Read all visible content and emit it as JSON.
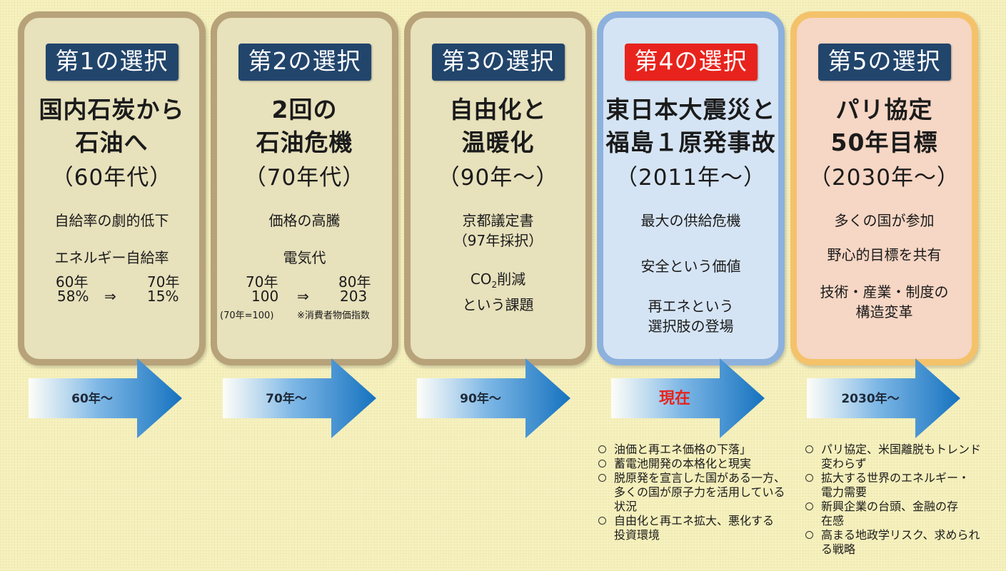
{
  "colors": {
    "background": "#f6f1bf",
    "badge_navy": "#22456c",
    "badge_red": "#e8231d",
    "past_border": "#b7a27a",
    "now_border": "#8db1dd",
    "future_border": "#f4c26a",
    "arrow_blue": "#1f7cc0"
  },
  "stages": [
    {
      "badge": "第1の選択",
      "title1": "国内石炭から",
      "title2": "石油へ",
      "era": "（60年代）",
      "desc1": "自給率の劇的低下",
      "desc2": "エネルギー自給率",
      "stat_from_label": "60年",
      "stat_to_label": "70年",
      "stat_from_value": "58%",
      "stat_arrow": "⇒",
      "stat_to_value": "15%",
      "timeline_label": "60年～"
    },
    {
      "badge": "第2の選択",
      "title1": "2回の",
      "title2": "石油危機",
      "era": "（70年代）",
      "desc1": "価格の高騰",
      "desc2": "電気代",
      "stat_from_label": "70年",
      "stat_to_label": "80年",
      "stat_from_value": "100",
      "stat_arrow": "⇒",
      "stat_to_value": "203",
      "note_base": "(70年=100)",
      "note_index": "※消費者物価指数",
      "timeline_label": "70年～"
    },
    {
      "badge": "第3の選択",
      "title1": "自由化と",
      "title2": "温暖化",
      "era": "（90年～）",
      "desc1": "京都議定書",
      "desc1b": "（97年採択）",
      "desc2_pre": "CO",
      "desc2_sub": "2",
      "desc2_post": "削減",
      "desc2b": "という課題",
      "timeline_label": "90年～"
    },
    {
      "badge": "第4の選択",
      "title1": "東日本大震災と",
      "title2": "福島１原発事故",
      "era": "（2011年～）",
      "desc1": "最大の供給危機",
      "desc2": "安全という価値",
      "desc3": "再エネという",
      "desc3b": "選択肢の登場",
      "timeline_label": "現在",
      "notes": [
        [
          "油価と再エネ価格の下落」"
        ],
        [
          "蓄電池開発の本格化と現実"
        ],
        [
          "脱原発を宣言した国がある一方、",
          "多くの国が原子力を活用している",
          "状況"
        ],
        [
          "自由化と再エネ拡大、悪化する",
          "投資環境"
        ]
      ]
    },
    {
      "badge": "第5の選択",
      "title1": "パリ協定",
      "title2": "50年目標",
      "era": "（2030年～）",
      "desc1": "多くの国が参加",
      "desc2": "野心的目標を共有",
      "desc3": "技術・産業・制度の",
      "desc3b": "構造変革",
      "timeline_label": "2030年～",
      "notes": [
        [
          "パリ協定、米国離脱もトレンド",
          "変わらず"
        ],
        [
          "拡大する世界のエネルギー・",
          "電力需要"
        ],
        [
          "新興企業の台頭、金融の存",
          "在感"
        ],
        [
          "高まる地政学リスク、求められ",
          "る戦略"
        ]
      ]
    }
  ]
}
